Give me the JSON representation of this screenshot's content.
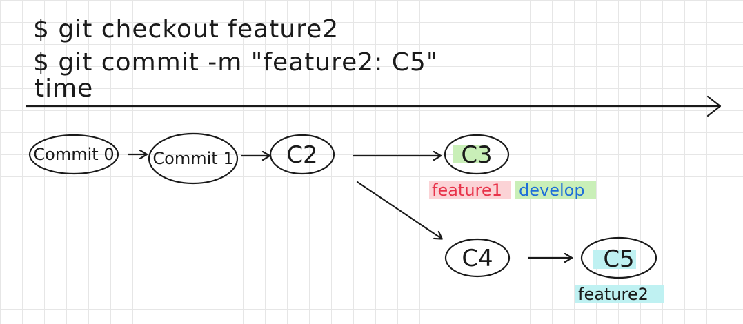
{
  "commands": [
    "$ git checkout feature2",
    "$ git commit -m \"feature2: C5\""
  ],
  "timeline": {
    "label": "time"
  },
  "commits": [
    {
      "id": "commit0",
      "label": "Commit 0"
    },
    {
      "id": "commit1",
      "label": "Commit 1"
    },
    {
      "id": "c2",
      "label": "C2"
    },
    {
      "id": "c3",
      "label": "C3"
    },
    {
      "id": "c4",
      "label": "C4"
    },
    {
      "id": "c5",
      "label": "C5"
    }
  ],
  "branches": [
    {
      "id": "feature1",
      "label": "feature1",
      "text_color": "#e8334a",
      "highlight_color": "#fbd3d6"
    },
    {
      "id": "develop",
      "label": "develop",
      "text_color": "#1f6fd8",
      "highlight_color": "#c9efb8"
    },
    {
      "id": "feature2",
      "label": "feature2",
      "text_color": "#1a1a1a",
      "highlight_color": "#bff1f2"
    }
  ],
  "highlights": {
    "c3": "#c9efb8",
    "c5": "#bff1f2"
  }
}
